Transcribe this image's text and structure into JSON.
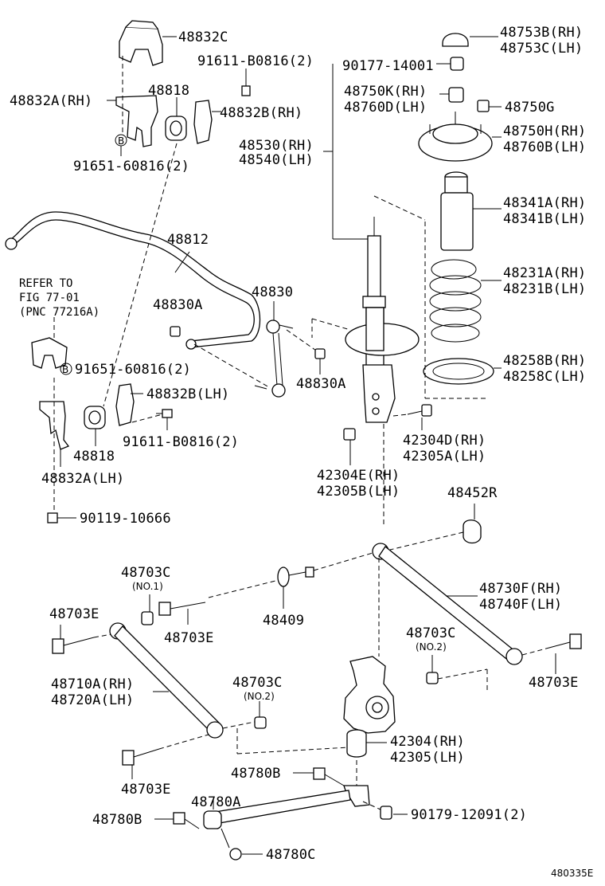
{
  "labels": {
    "p48832C": "48832C",
    "p91611B0816top": "91611-B0816(2)",
    "p48818top": "48818",
    "p48832A_RH": "48832A(RH)",
    "p48832B_RH": "48832B(RH)",
    "p91651top": "91651-60816(2)",
    "p48812": "48812",
    "p48830A_top": "48830A",
    "p48830": "48830",
    "p48830A_bot": "48830A",
    "p91651bot": "91651-60816(2)",
    "p48832B_LH": "48832B(LH)",
    "p91611B0816bot": "91611-B0816(2)",
    "p48818bot": "48818",
    "p48832A_LH": "48832A(LH)",
    "p90119": "90119-10666",
    "p48753B": "48753B(RH)",
    "p48753C": "48753C(LH)",
    "p90177": "90177-14001",
    "p48750K": "48750K(RH)",
    "p48760D": "48760D(LH)",
    "p48750G": "48750G",
    "p48530": "48530(RH)",
    "p48540": "48540(LH)",
    "p48750H": "48750H(RH)",
    "p48760B": "48760B(LH)",
    "p48341A": "48341A(RH)",
    "p48341B": "48341B(LH)",
    "p48231A": "48231A(RH)",
    "p48231B": "48231B(LH)",
    "p48258B": "48258B(RH)",
    "p48258C": "48258C(LH)",
    "p42304D": "42304D(RH)",
    "p42305A": "42305A(LH)",
    "p42304E": "42304E(RH)",
    "p42305B": "42305B(LH)",
    "p48452R": "48452R",
    "p48703C_1": "48703C",
    "p48703E_a": "48703E",
    "p48703E_b": "48703E",
    "p48409": "48409",
    "p48730F": "48730F(RH)",
    "p48740F": "48740F(LH)",
    "p48703C_2": "48703C",
    "p48703E_c": "48703E",
    "p48710A": "48710A(RH)",
    "p48720A": "48720A(LH)",
    "p48703C_3": "48703C",
    "p42304": "42304(RH)",
    "p42305": "42305(LH)",
    "p48703E_d": "48703E",
    "p48780B_a": "48780B",
    "p48780A": "48780A",
    "p48780B_b": "48780B",
    "p90179": "90179-12091(2)",
    "p48780C": "48780C"
  },
  "notes": {
    "no1": "(NO.1)",
    "no2a": "(NO.2)",
    "no2b": "(NO.2)",
    "refer1": "REFER TO",
    "refer2": "FIG 77-01",
    "refer3": "(PNC 77216A)",
    "circleB1": "B",
    "circleB2": "B"
  },
  "footer": {
    "drawing_id": "480335E"
  }
}
